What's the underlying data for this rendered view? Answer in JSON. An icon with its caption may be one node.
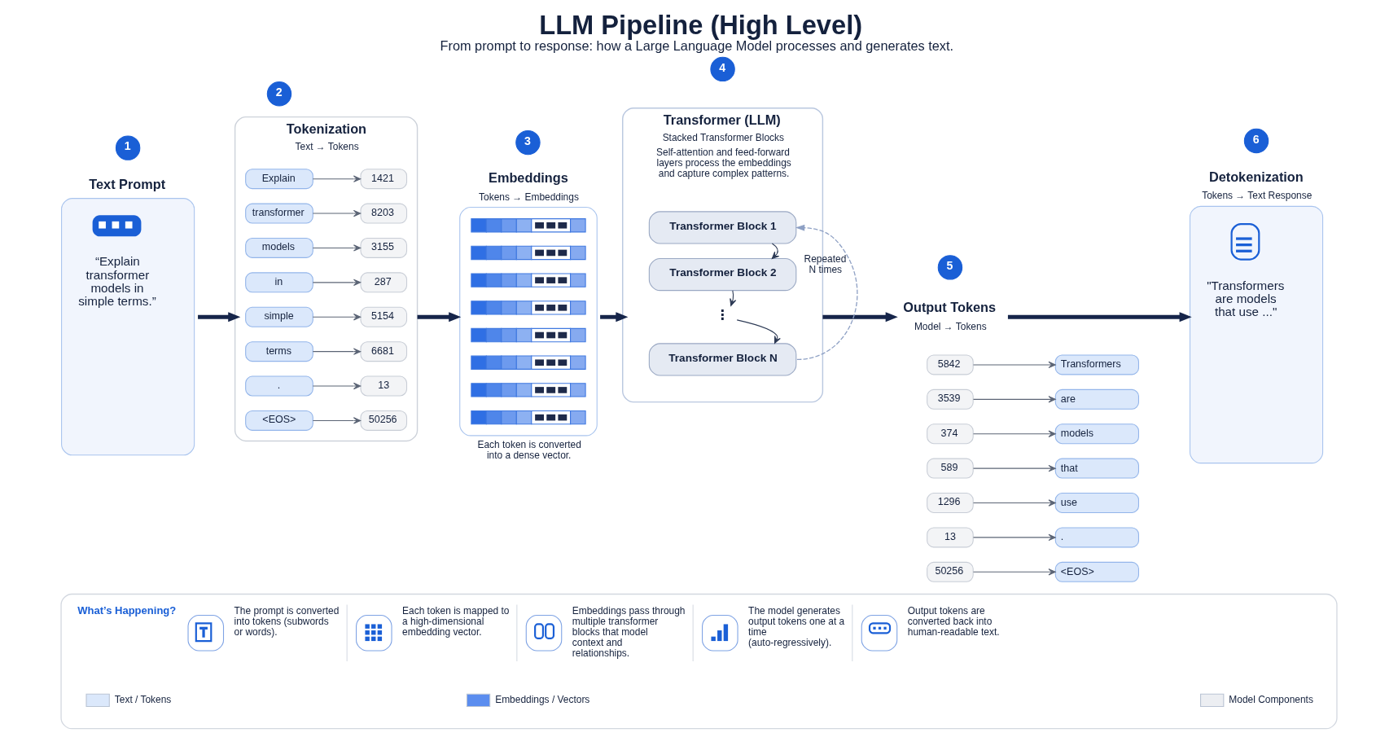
{
  "diagram": {
    "title": "LLM Pipeline (High Level)",
    "caption": "From prompt to response: how a Large Language Model processes and generates text.",
    "nodes": [
      {
        "text": [
          "1"
        ]
      },
      {
        "text": [
          "Text Prompt",
          "“Explain transformer models in simple terms.”"
        ]
      },
      {
        "text": [
          "2"
        ]
      },
      {
        "text": [
          "Tokenization",
          "Text → Tokens"
        ]
      },
      {
        "text": [
          "Explain"
        ],
        "in": 3
      },
      {
        "text": [
          "1421"
        ],
        "in": 3
      },
      {
        "text": [
          "transformer"
        ],
        "in": 3
      },
      {
        "text": [
          "8203"
        ],
        "in": 3
      },
      {
        "text": [
          "models"
        ],
        "in": 3
      },
      {
        "text": [
          "3155"
        ],
        "in": 3
      },
      {
        "text": [
          "in"
        ],
        "in": 3
      },
      {
        "text": [
          "287"
        ],
        "in": 3
      },
      {
        "text": [
          "simple"
        ],
        "in": 3
      },
      {
        "text": [
          "5154"
        ],
        "in": 3
      },
      {
        "text": [
          "terms"
        ],
        "in": 3
      },
      {
        "text": [
          "6681"
        ],
        "in": 3
      },
      {
        "text": [
          "."
        ],
        "in": 3
      },
      {
        "text": [
          "13"
        ],
        "in": 3
      },
      {
        "text": [
          "<EOS>"
        ],
        "in": 3
      },
      {
        "text": [
          "50256"
        ],
        "in": 3
      },
      {
        "text": [
          "3"
        ]
      },
      {
        "text": [
          "Embeddings",
          "Tokens → Embeddings"
        ],
        "beside": [
          "Each token is converted into a dense vector."
        ]
      },
      {
        "text": [
          "4"
        ]
      },
      {
        "text": [
          "Transformer (LLM)",
          "Stacked Transformer Blocks",
          "Self-attention and feed-forward layers process the embeddings and capture complex patterns."
        ]
      },
      {
        "text": [
          "Transformer Block 1"
        ],
        "in": 23
      },
      {
        "text": [
          "Transformer Block 2"
        ],
        "in": 23
      },
      {
        "text": [
          "⋮"
        ],
        "in": 23
      },
      {
        "text": [
          "Transformer Block N"
        ],
        "in": 23
      },
      {
        "text": [
          "5"
        ]
      },
      {
        "text": [
          "Output Tokens",
          "Model → Tokens"
        ]
      },
      {
        "text": [
          "5842"
        ]
      },
      {
        "text": [
          "Transformers"
        ]
      },
      {
        "text": [
          "3539"
        ]
      },
      {
        "text": [
          "are"
        ]
      },
      {
        "text": [
          "374"
        ]
      },
      {
        "text": [
          "models"
        ]
      },
      {
        "text": [
          "589"
        ]
      },
      {
        "text": [
          "that"
        ]
      },
      {
        "text": [
          "1296"
        ]
      },
      {
        "text": [
          "use"
        ]
      },
      {
        "text": [
          "13"
        ]
      },
      {
        "text": [
          "."
        ]
      },
      {
        "text": [
          "50256"
        ]
      },
      {
        "text": [
          "<EOS>"
        ]
      },
      {
        "text": [
          "6"
        ]
      },
      {
        "text": [
          "Detokenization",
          "Tokens → Text Response",
          "\"Transformers are models that use ...\""
        ]
      },
      {
        "text": [
          "What’s Happening?",
          "The prompt is converted into tokens (subwords or words).",
          "Each token is mapped to a high-dimensional embedding vector.",
          "Embeddings pass through multiple transformer blocks that model context and relationships.",
          "The model generates output tokens one at a time (auto-regressively).",
          "Output tokens are converted back into human-readable text."
        ]
      }
    ],
    "edges": [
      {
        "from": 1,
        "to": 3,
        "arrow": "to",
        "style": "thick",
        "color": "#16254a"
      },
      {
        "from": 4,
        "to": 5,
        "arrow": "to"
      },
      {
        "from": 6,
        "to": 7,
        "arrow": "to"
      },
      {
        "from": 8,
        "to": 9,
        "arrow": "to"
      },
      {
        "from": 10,
        "to": 11,
        "arrow": "to"
      },
      {
        "from": 12,
        "to": 13,
        "arrow": "to"
      },
      {
        "from": 14,
        "to": 15,
        "arrow": "to"
      },
      {
        "from": 16,
        "to": 17,
        "arrow": "to"
      },
      {
        "from": 18,
        "to": 19,
        "arrow": "to"
      },
      {
        "from": 3,
        "to": 21,
        "arrow": "to",
        "style": "thick",
        "color": "#16254a"
      },
      {
        "from": 21,
        "to": 23,
        "arrow": "to",
        "style": "thick",
        "color": "#16254a"
      },
      {
        "from": 24,
        "to": 25,
        "arrow": "to",
        "color": "#2d3a55"
      },
      {
        "from": 25,
        "to": 26,
        "arrow": "to",
        "color": "#2d3a55"
      },
      {
        "from": 26,
        "to": 27,
        "arrow": "to",
        "color": "#2d3a55"
      },
      {
        "from": 27,
        "to": 24,
        "arrow": "to",
        "style": "dashed",
        "color": "#8ea0c4",
        "label": "Repeated N times"
      },
      {
        "from": 23,
        "to": 29,
        "arrow": "to",
        "style": "thick",
        "color": "#16254a"
      },
      {
        "from": 30,
        "to": 31,
        "arrow": "to"
      },
      {
        "from": 32,
        "to": 33,
        "arrow": "to"
      },
      {
        "from": 34,
        "to": 35,
        "arrow": "to"
      },
      {
        "from": 36,
        "to": 37,
        "arrow": "to"
      },
      {
        "from": 38,
        "to": 39,
        "arrow": "to"
      },
      {
        "from": 40,
        "to": 41,
        "arrow": "to"
      },
      {
        "from": 42,
        "to": 43,
        "arrow": "to"
      },
      {
        "from": 29,
        "to": 45,
        "arrow": "to",
        "style": "thick",
        "color": "#16254a"
      }
    ],
    "legend": [
      {
        "text": "Text / Tokens",
        "color": "#dbe8fb"
      },
      {
        "text": "Embeddings / Vectors",
        "color": "#5b8def"
      },
      {
        "text": "Model Components",
        "color": "#eceef2"
      }
    ]
  }
}
